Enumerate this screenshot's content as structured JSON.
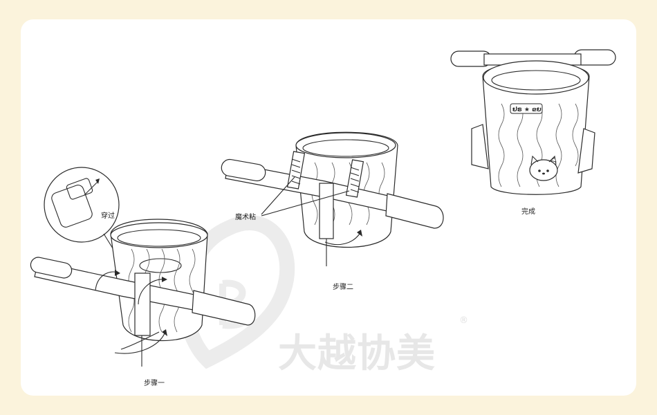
{
  "labels": {
    "step1": "步骤一",
    "step2": "步骤二",
    "done": "完成",
    "thread": "穿过",
    "velcro": "魔术粘"
  },
  "watermark": {
    "text": "大越协美",
    "reg": "®"
  },
  "colors": {
    "background": "#fbf3dc",
    "card": "#ffffff",
    "line": "#2a2a2a",
    "watermark": "#e7e7e7"
  }
}
